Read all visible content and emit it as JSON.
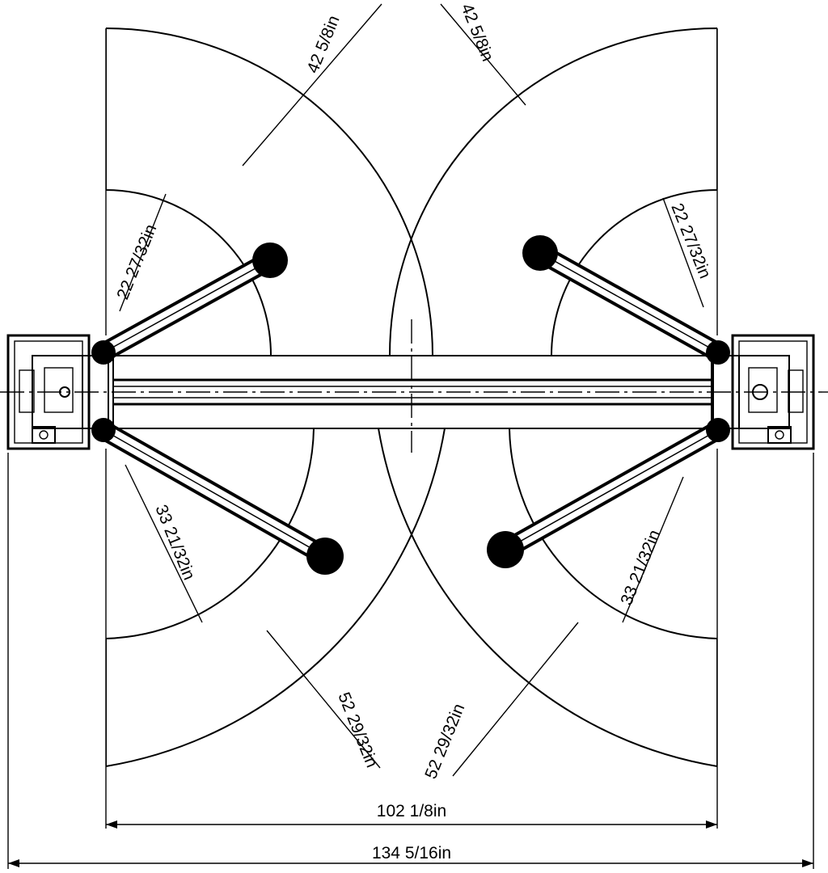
{
  "dimensions": {
    "top_left_outer_radius": "42 5/8in",
    "top_right_outer_radius": "42 5/8in",
    "top_left_inner_radius": "22 27/32in",
    "top_right_inner_radius": "22 27/32in",
    "bottom_left_inner_radius": "33 21/32in",
    "bottom_right_inner_radius": "33 21/32in",
    "bottom_left_outer_radius": "52 29/32in",
    "bottom_right_outer_radius": "52 29/32in",
    "inside_width": "102 1/8in",
    "overall_width": "134 5/16in"
  },
  "colors": {
    "line": "#000000",
    "background": "#ffffff"
  }
}
